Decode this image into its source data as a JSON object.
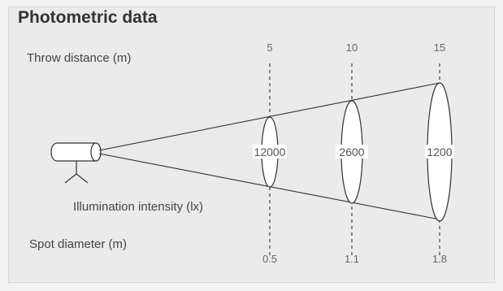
{
  "title": "Photometric data",
  "labels": {
    "throw_distance": "Throw distance (m)",
    "illumination": "Illumination intensity (lx)",
    "spot_diameter": "Spot diameter (m)"
  },
  "stations": [
    {
      "distance": "5",
      "lux": "12000",
      "diameter": "0.5"
    },
    {
      "distance": "10",
      "lux": "2600",
      "diameter": "1.1"
    },
    {
      "distance": "15",
      "lux": "1200",
      "diameter": "1.8"
    }
  ],
  "colors": {
    "background": "#ebebeb",
    "line": "#333333",
    "title": "#333333",
    "text": "#555555"
  }
}
